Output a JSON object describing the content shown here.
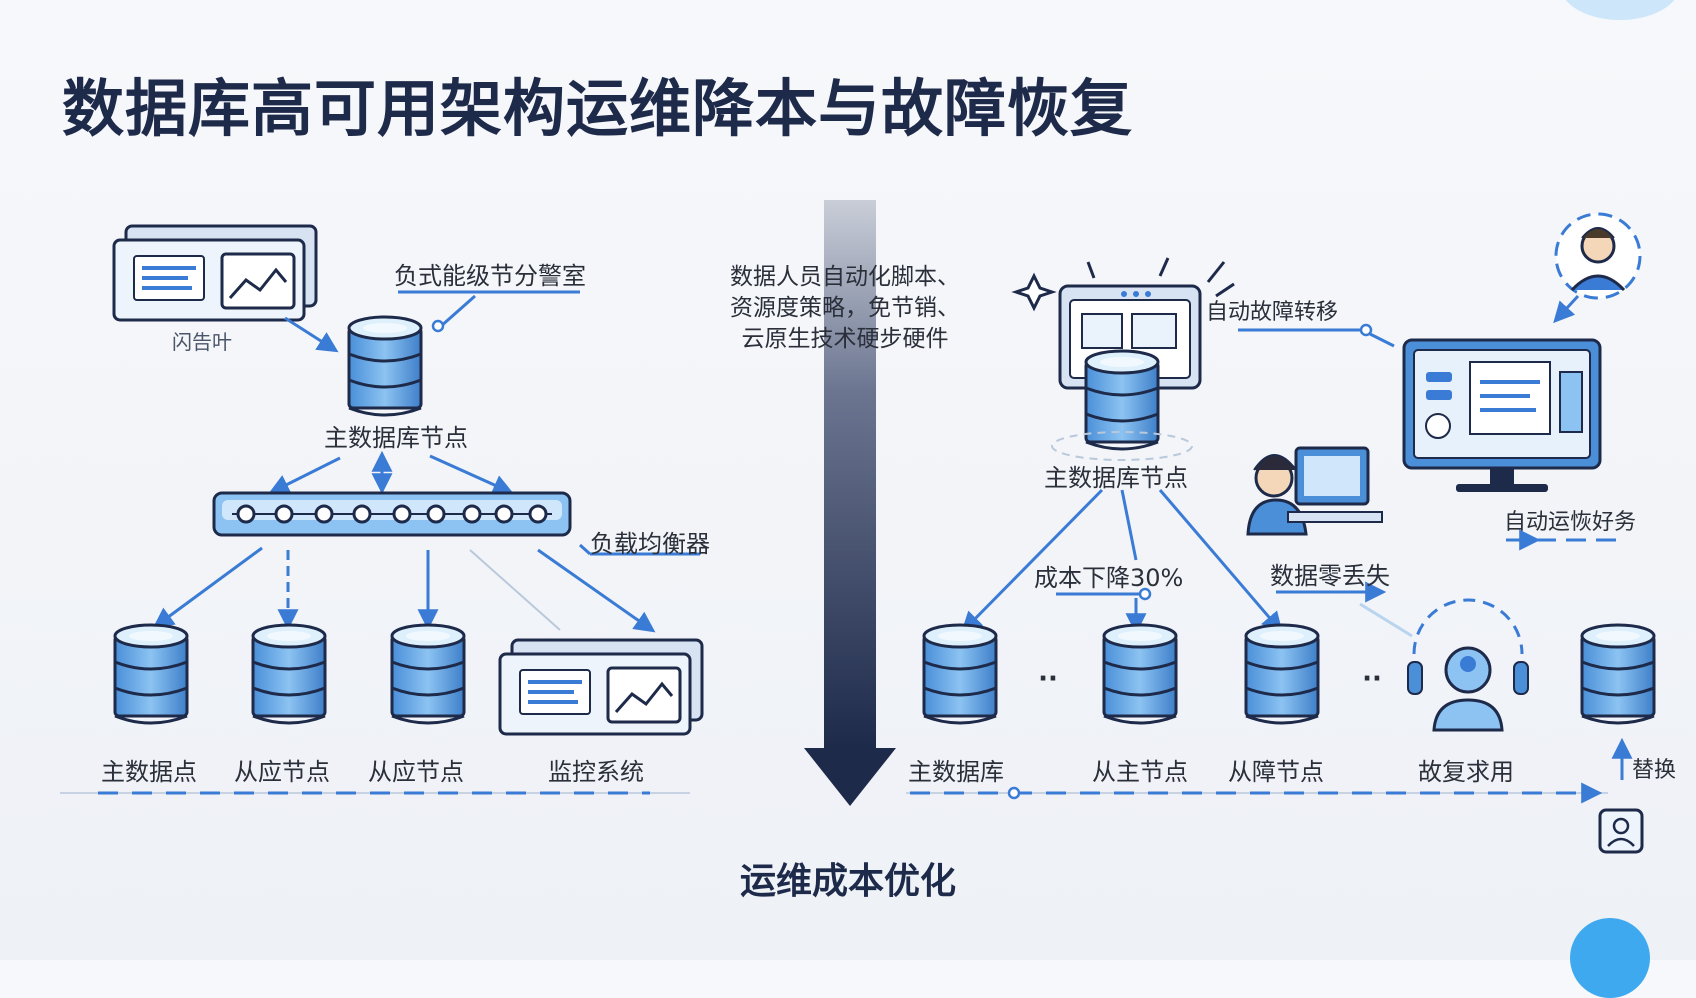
{
  "title": "数据库高可用架构运维降本与故障恢复",
  "left": {
    "top_label": "负式能级节分警室",
    "monitor_caption": "闪告叶",
    "master_node_label": "主数据库节点",
    "load_balancer_label": "负载均衡器",
    "bottom_labels": [
      "主数据点",
      "从应节点",
      "从应节点",
      "监控系统"
    ]
  },
  "center": {
    "lines": [
      "数据人员自动化脚本、",
      "资源度策略，免节销、",
      "云原生技术硬步硬件"
    ],
    "footer": "运维成本优化"
  },
  "right": {
    "failover_label": "自动故障转移",
    "master_node_label": "主数据库节点",
    "cost_label": "成本下降30%",
    "data_label": "数据零丢失",
    "recovery_label": "自动运恢好务",
    "bottom_labels": [
      "主数据库",
      "从主节点",
      "从障节点",
      "故复求用",
      "替换"
    ],
    "ellipsis": "··"
  },
  "colors": {
    "accent": "#3a7bd5",
    "db_light": "#cfe6fb",
    "db_dark": "#4a8fd8",
    "arrow_dark": "#1e2a4a"
  }
}
